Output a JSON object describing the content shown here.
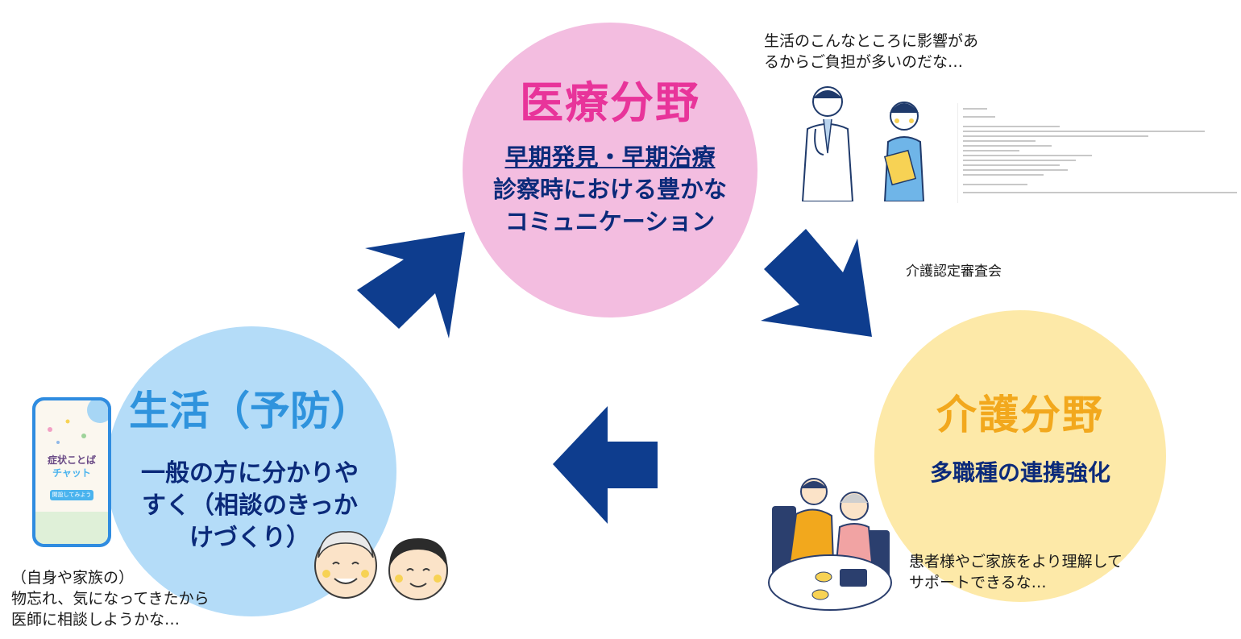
{
  "medical": {
    "title": "医療分野",
    "line1": "早期発見・早期治療",
    "line2": "診察時における豊かな",
    "line3": "コミュニケーション"
  },
  "care": {
    "title": "介護分野",
    "subtitle": "多職種の連携強化"
  },
  "life": {
    "title": "生活（予防）",
    "line1": "一般の方に分かりや",
    "line2": "すく（相談のきっか",
    "line3": "けづくり）"
  },
  "notes": {
    "doctor_line1": "生活のこんなところに影響があ",
    "doctor_line2": "るからご負担が多いのだな…",
    "review_board": "介護認定審査会",
    "care_line1": "患者様やご家族をより理解して",
    "care_line2": "サポートできるな…",
    "life_line1": "（自身や家族の）",
    "life_line2": "物忘れ、気になってきたから",
    "life_line3": "医師に相談しようかな…"
  },
  "phone": {
    "title_line1": "症状ことば",
    "title_line2": "チャット",
    "button": "開設してみよう"
  },
  "icons": [
    "arrow-up-right-icon",
    "arrow-down-right-icon",
    "arrow-left-icon",
    "doctor-illustration",
    "nurse-illustration",
    "caregiver-illustration",
    "elderly-couple-illustration",
    "smartphone-illustration",
    "document-thumbnail"
  ],
  "colors": {
    "arrow": "#0e3d8e",
    "medical_circle": "#f3bde0",
    "care_circle": "#fde9a8",
    "life_circle": "#b4dcf8",
    "medical_title": "#e8349a",
    "care_title": "#f2a81d",
    "life_title": "#2f93dd",
    "body_text": "#0b2a7a"
  }
}
